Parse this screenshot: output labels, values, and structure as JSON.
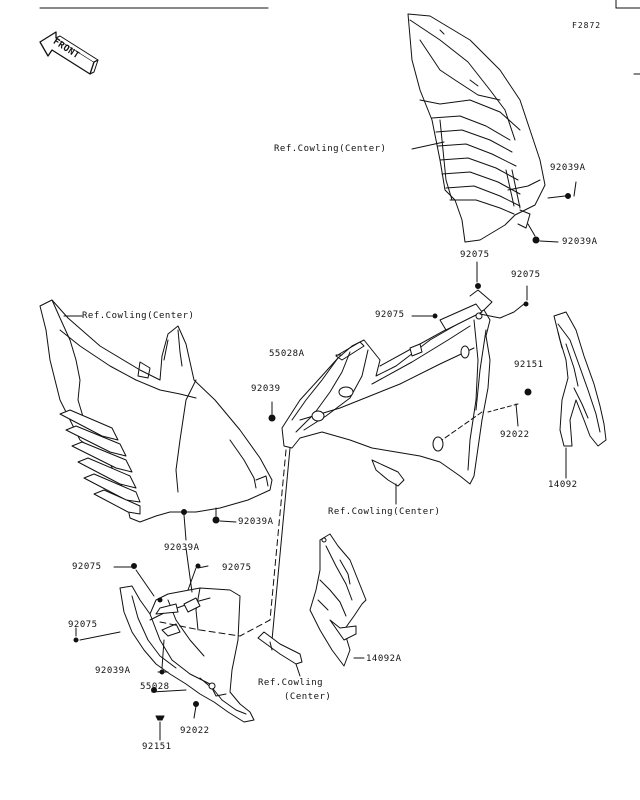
{
  "figure_number": "F2872",
  "front_label": "FRONT",
  "callouts": {
    "ref_cowling_center_top": "Ref.Cowling(Center)",
    "c92039A_a": "92039A",
    "c92039A_b": "92039A",
    "c92075_a": "92075",
    "c92075_b": "92075",
    "c92075_c": "92075",
    "ref_cowling_center_left": "Ref.Cowling(Center)",
    "c55028A": "55028A",
    "c92039": "92039",
    "c92151_a": "92151",
    "c92022_a": "92022",
    "c14092": "14092",
    "ref_cowling_center_mid": "Ref.Cowling(Center)",
    "c92039A_c": "92039A",
    "c92039A_d": "92039A",
    "c92075_d": "92075",
    "c92075_e": "92075",
    "c92075_f": "92075",
    "c92039A_e": "92039A",
    "c55028": "55028",
    "ref_cowling_bottom_1": "Ref.Cowling",
    "ref_cowling_bottom_2": "(Center)",
    "c14092A": "14092A",
    "c92022_b": "92022",
    "c92151_b": "92151"
  }
}
